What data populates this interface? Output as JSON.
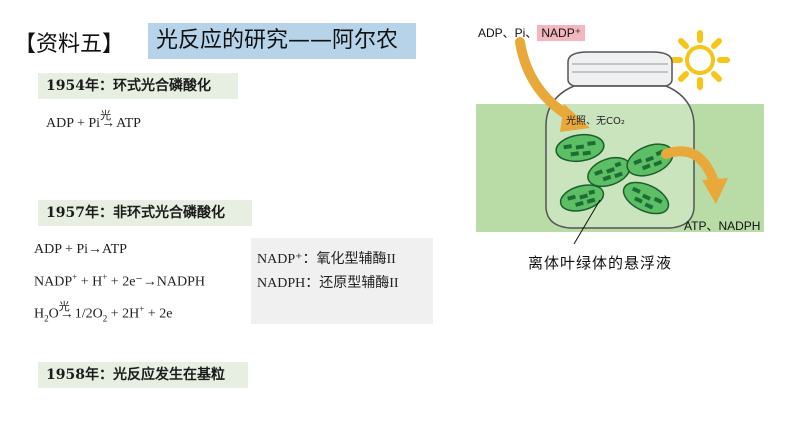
{
  "header": {
    "label": "【资料五】",
    "title": "光反应的研究——阿尔农"
  },
  "sections": [
    {
      "title": "1954年：环式光合磷酸化"
    },
    {
      "title": "1957年：非环式光合磷酸化"
    },
    {
      "title": "1958年：光反应发生在基粒"
    }
  ],
  "equations": {
    "eq1_left": "ADP + Pi",
    "eq1_above": "光",
    "eq1_right": "ATP",
    "eq2": "ADP + Pi→ATP",
    "eq3_a": "NADP",
    "eq3_b": " + H",
    "eq3_c": " + 2e⁻→NADPH",
    "eq4_a": "H",
    "eq4_b": "O",
    "eq4_above": "光",
    "eq4_c": "1/2O",
    "eq4_d": " + 2H",
    "eq4_e": " + 2e"
  },
  "notes": {
    "line1": "NADP⁺：氧化型辅酶II",
    "line2": "NADPH：还原型辅酶II"
  },
  "diagram": {
    "input_label": "ADP、Pi、",
    "input_nadp": "NADP⁺",
    "jar_label": "光照、无CO₂",
    "output_label": "ATP、NADPH",
    "caption": "离体叶绿体的悬浮液"
  },
  "colors": {
    "title_bg": "#b7d3ea",
    "section_bg": "#e6efe1",
    "panel_green": "#b9dca7",
    "arrow_orange": "#e8a83a",
    "sun_yellow": "#f5c518",
    "nadp_pink": "#f3b8bf"
  }
}
